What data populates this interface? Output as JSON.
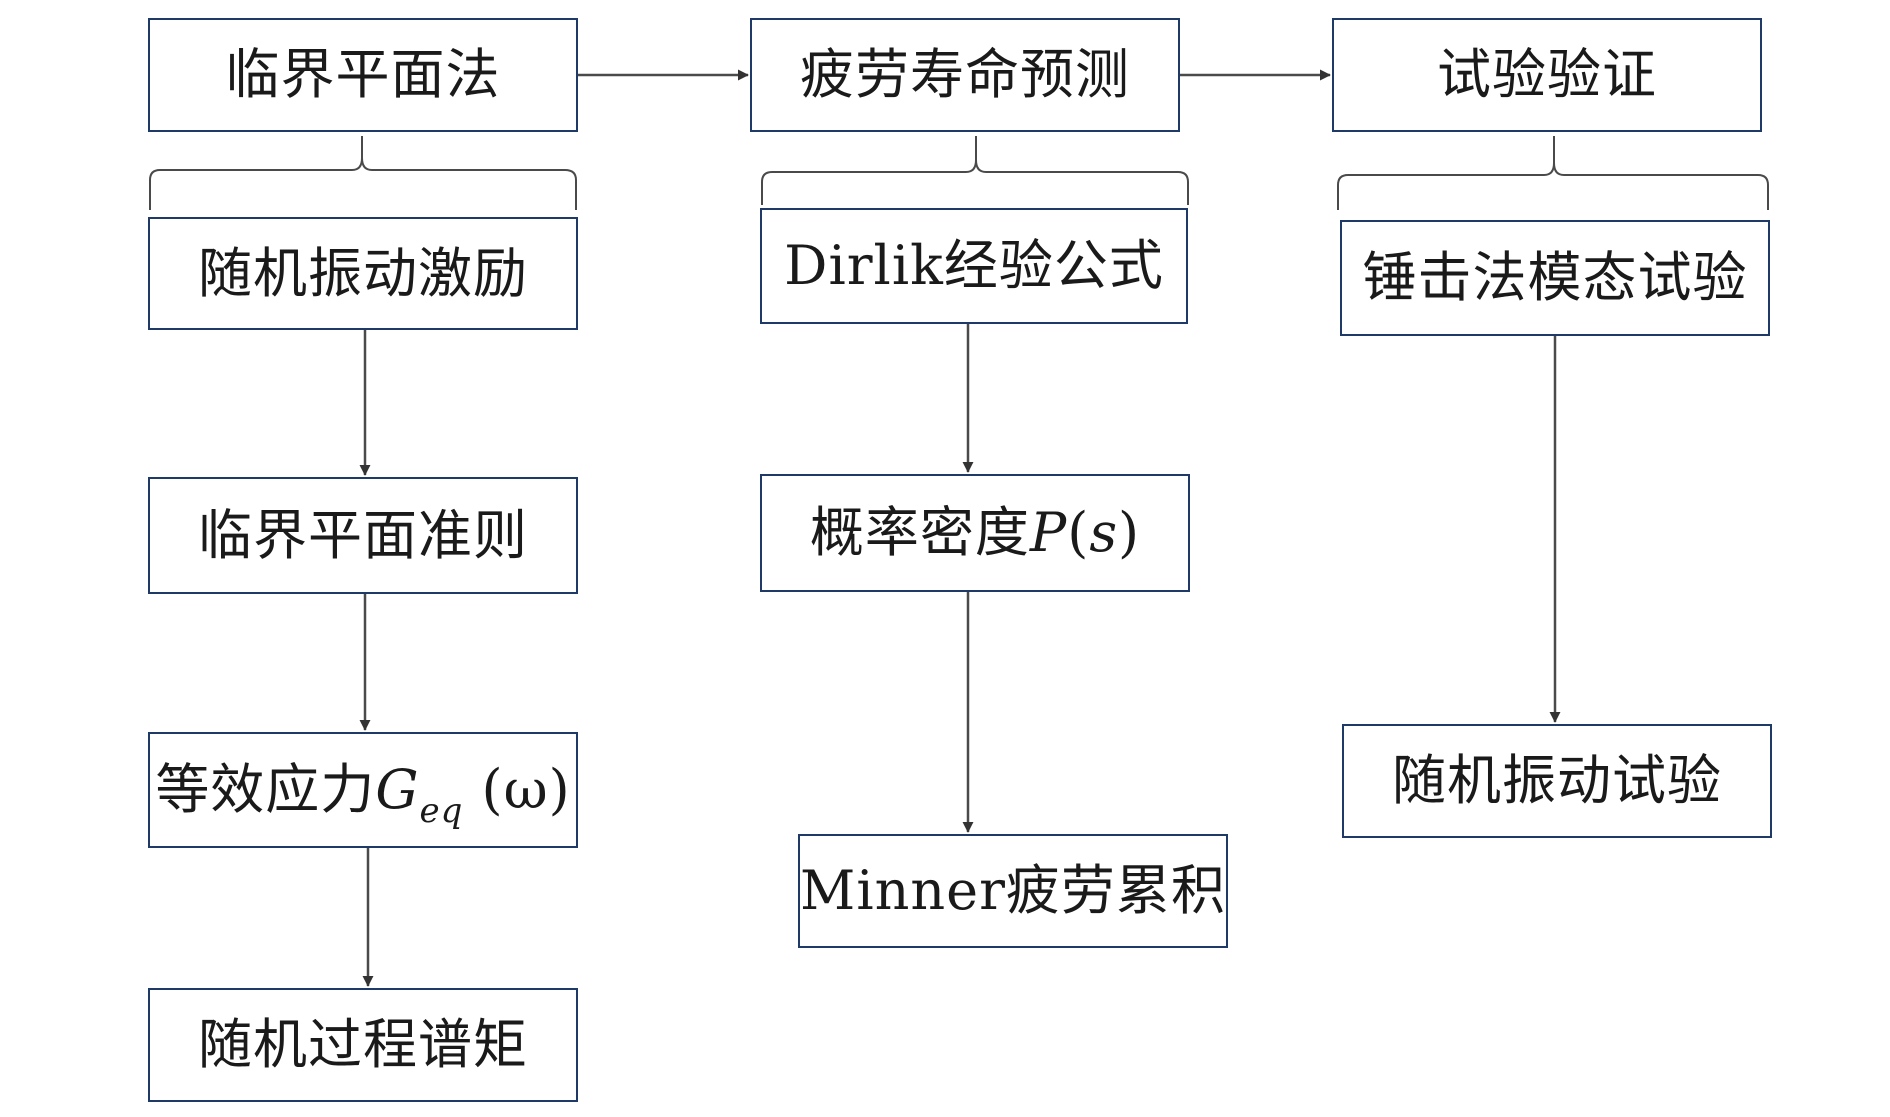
{
  "columns": [
    {
      "head": "临界平面法",
      "steps": [
        "随机振动激励",
        "临界平面准则",
        "等效应力",
        "随机过程谱矩"
      ],
      "formula": {
        "symbol": "G",
        "subscript": "eq",
        "argument": "(ω)"
      }
    },
    {
      "head": "疲劳寿命预测",
      "steps": [
        "Dirlik经验公式",
        "概率密度",
        "Minner疲劳累积"
      ],
      "formula": {
        "symbol": "P",
        "open": "(",
        "var": "s",
        "close": ")"
      }
    },
    {
      "head": "试验验证",
      "steps": [
        "锤击法模态试验",
        "随机振动试验"
      ]
    }
  ],
  "colors": {
    "box_border": "#1f3a66",
    "arrow": "#4a4a4a",
    "text": "#1a1a1a"
  }
}
